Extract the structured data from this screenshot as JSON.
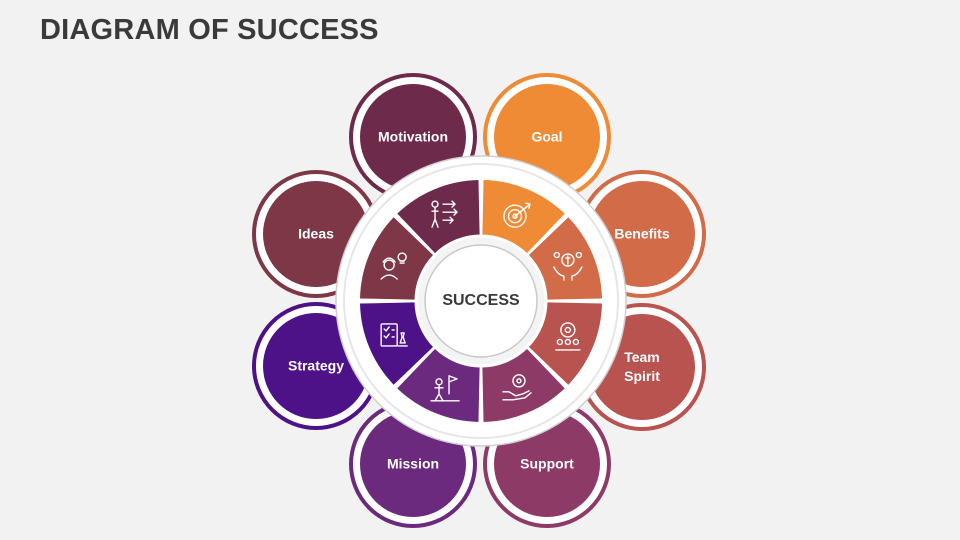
{
  "title": "DIAGRAM OF SUCCESS",
  "center": {
    "label": "SUCCESS"
  },
  "petals": [
    {
      "label": "Motivation",
      "color": "#6e2a4a",
      "icon": "presenter-arrows-icon"
    },
    {
      "label": "Goal",
      "color": "#ef8a35",
      "icon": "target-arrow-icon"
    },
    {
      "label": "Benefits",
      "color": "#d26b48",
      "icon": "hands-coins-icon"
    },
    {
      "label": "Team\nSpirit",
      "color": "#b8534f",
      "icon": "team-gear-icon"
    },
    {
      "label": "Support",
      "color": "#8e3a66",
      "icon": "hand-gear-icon"
    },
    {
      "label": "Mission",
      "color": "#6b2a7d",
      "icon": "person-flag-icon"
    },
    {
      "label": "Strategy",
      "color": "#4e1288",
      "icon": "checklist-chess-icon"
    },
    {
      "label": "Ideas",
      "color": "#7d3746",
      "icon": "worker-bulb-icon"
    }
  ]
}
